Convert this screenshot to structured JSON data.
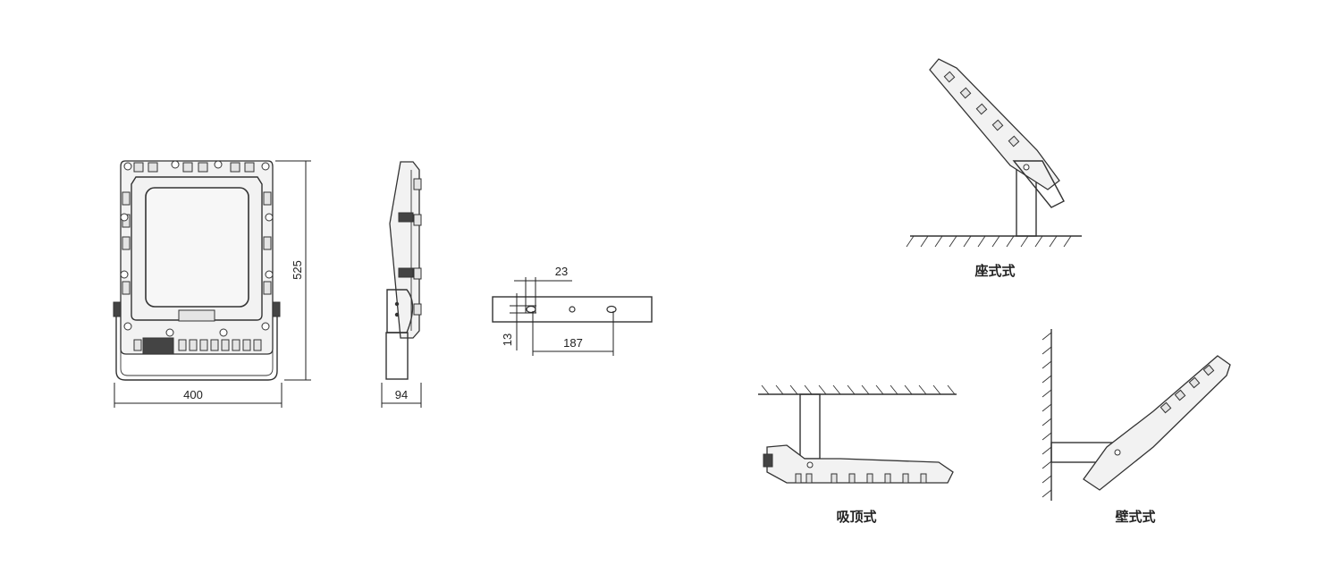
{
  "dimensions": {
    "front_width": "400",
    "front_height": "525",
    "side_depth": "94",
    "bracket_hole_offset": "23",
    "bracket_hole_spacing": "187",
    "bracket_width": "13"
  },
  "captions": {
    "seat_mount": "座式式",
    "ceiling_mount": "吸顶式",
    "wall_mount": "壁式式"
  }
}
